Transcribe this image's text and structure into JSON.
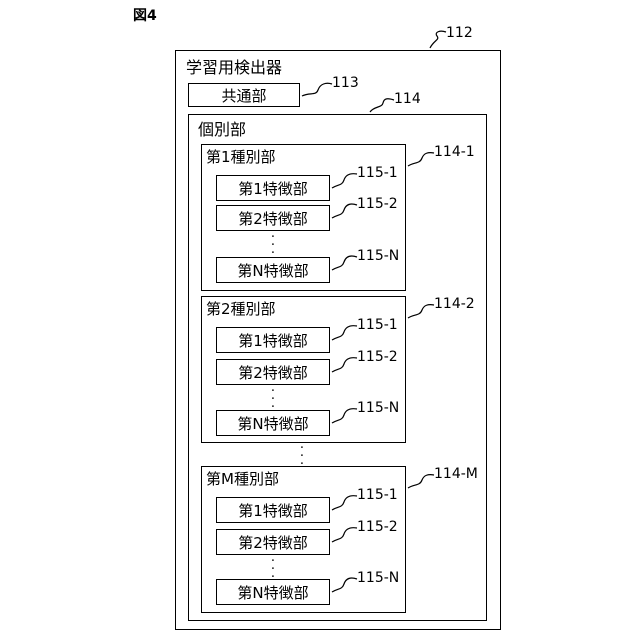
{
  "figure_label": "図4",
  "detector": {
    "label": "学習用検出器",
    "ref": "112"
  },
  "common": {
    "label": "共通部",
    "ref": "113"
  },
  "individual": {
    "label": "個別部",
    "ref": "114"
  },
  "groups": [
    {
      "label": "第1種別部",
      "ref": "114-1",
      "features": [
        {
          "label": "第1特徴部",
          "ref": "115-1"
        },
        {
          "label": "第2特徴部",
          "ref": "115-2"
        },
        {
          "label": "第N特徴部",
          "ref": "115-N"
        }
      ]
    },
    {
      "label": "第2種別部",
      "ref": "114-2",
      "features": [
        {
          "label": "第1特徴部",
          "ref": "115-1"
        },
        {
          "label": "第2特徴部",
          "ref": "115-2"
        },
        {
          "label": "第N特徴部",
          "ref": "115-N"
        }
      ]
    },
    {
      "label": "第M種別部",
      "ref": "114-M",
      "features": [
        {
          "label": "第1特徴部",
          "ref": "115-1"
        },
        {
          "label": "第2特徴部",
          "ref": "115-2"
        },
        {
          "label": "第N特徴部",
          "ref": "115-N"
        }
      ]
    }
  ],
  "ellipsis": "・\n・\n・"
}
